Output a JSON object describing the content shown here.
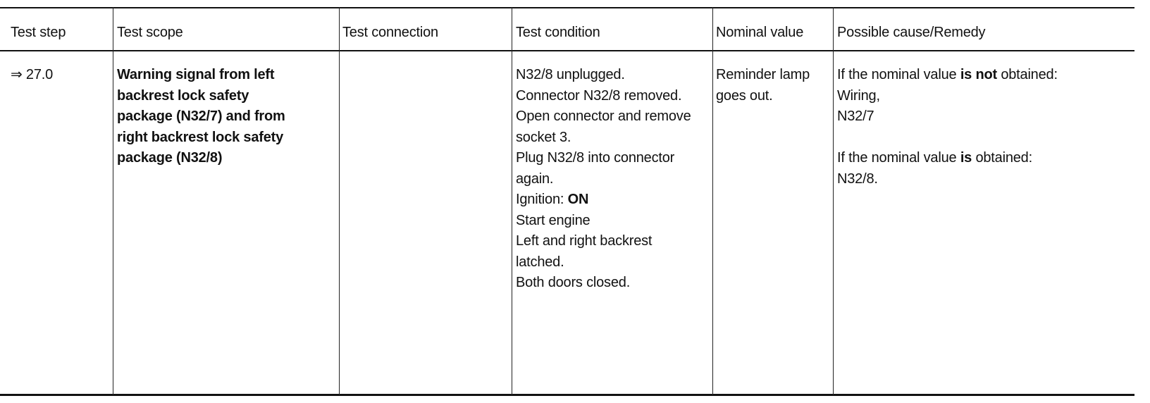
{
  "table": {
    "headers": {
      "test_step": "Test step",
      "test_scope": "Test scope",
      "test_connection": "Test connection",
      "test_condition": "Test condition",
      "nominal_value": "Nominal value",
      "possible_cause": "Possible cause/Remedy"
    },
    "row": {
      "test_step": "⇒ 27.0",
      "test_scope": [
        "Warning signal from left",
        "backrest lock safety",
        "package (N32/7) and from",
        "right backrest lock safety",
        "package (N32/8)"
      ],
      "test_connection": "",
      "test_condition": [
        "N32/8 unplugged.",
        "Connector N32/8 removed.",
        "Open connector and remove",
        "socket 3.",
        "Plug N32/8 into connector",
        "again.",
        "Ignition:",
        "ON",
        "Start engine",
        "Left and right backrest",
        "latched.",
        "Both doors closed."
      ],
      "nominal_value": [
        "Reminder lamp",
        "goes out."
      ],
      "possible_cause": {
        "not_obtained_prefix": "If the nominal value",
        "not_obtained_is": "is",
        "not_obtained_not": "not",
        "not_obtained_suffix": "obtained:",
        "wiring": "Wiring,",
        "n32_7": "N32/7",
        "obtained_prefix": "If the nominal value",
        "obtained_is": "is",
        "obtained_suffix": "obtained:",
        "n32_8": "N32/8."
      }
    }
  }
}
